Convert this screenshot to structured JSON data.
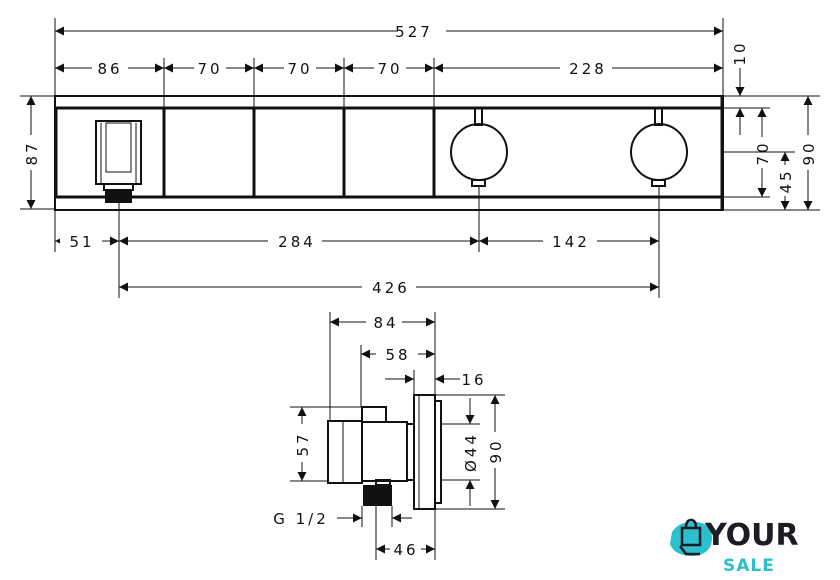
{
  "front_view": {
    "overall_width": "527",
    "segments": [
      "86",
      "70",
      "70",
      "70",
      "228"
    ],
    "top_margin": "10",
    "height_left": "87",
    "inner_height": "70",
    "knob_center_height": "45",
    "total_height": "90",
    "bottom_offsets": [
      "51",
      "284",
      "142"
    ],
    "outlet_to_knob": "426"
  },
  "side_view": {
    "depth_total": "84",
    "depth_body": "58",
    "plate_thickness": "16",
    "body_height": "57",
    "knob_diameter": "Ø44",
    "plate_height": "90",
    "thread": "G 1/2",
    "outlet_offset": "46"
  },
  "logo": {
    "line1": "YOUR",
    "line2": "SALE",
    "accent": "#2cc0cf"
  }
}
